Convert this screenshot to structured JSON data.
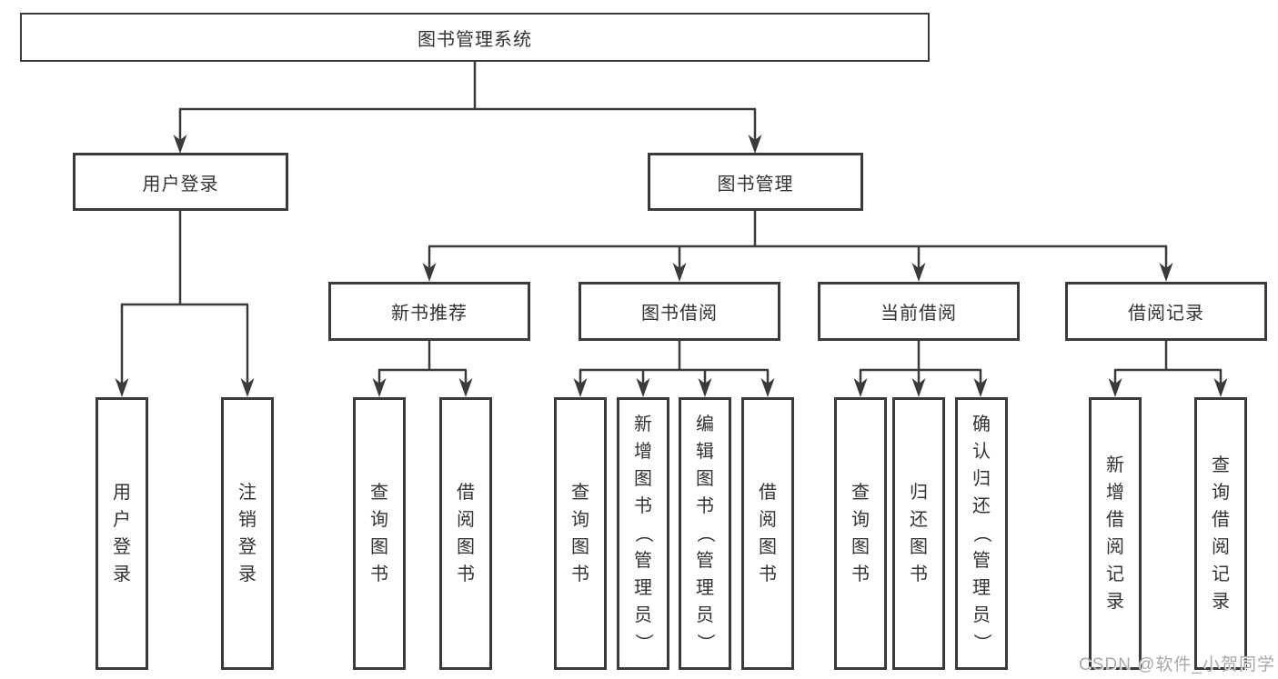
{
  "tree": {
    "root": {
      "label": "图书管理系统"
    },
    "user_login": {
      "label": "用户登录",
      "children": [
        {
          "label": "用户登录"
        },
        {
          "label": "注销登录"
        }
      ]
    },
    "book_mgmt": {
      "label": "图书管理",
      "children": [
        {
          "label": "新书推荐",
          "children": [
            {
              "label": "查询图书"
            },
            {
              "label": "借阅图书"
            }
          ]
        },
        {
          "label": "图书借阅",
          "children": [
            {
              "label": "查询图书"
            },
            {
              "label": "新增图书（管理员）"
            },
            {
              "label": "编辑图书（管理员）"
            },
            {
              "label": "借阅图书"
            }
          ]
        },
        {
          "label": "当前借阅",
          "children": [
            {
              "label": "查询图书"
            },
            {
              "label": "归还图书"
            },
            {
              "label": "确认归还（管理员）"
            }
          ]
        },
        {
          "label": "借阅记录",
          "children": [
            {
              "label": "新增借阅记录"
            },
            {
              "label": "查询借阅记录"
            }
          ]
        }
      ]
    }
  },
  "watermark": {
    "text": "CSDN @软件_小贺同学"
  },
  "colors": {
    "line": "#3a3a3a",
    "box_border": "#3a3a3a",
    "text": "#333333",
    "watermark": "#a9a9a9",
    "background": "#ffffff"
  }
}
